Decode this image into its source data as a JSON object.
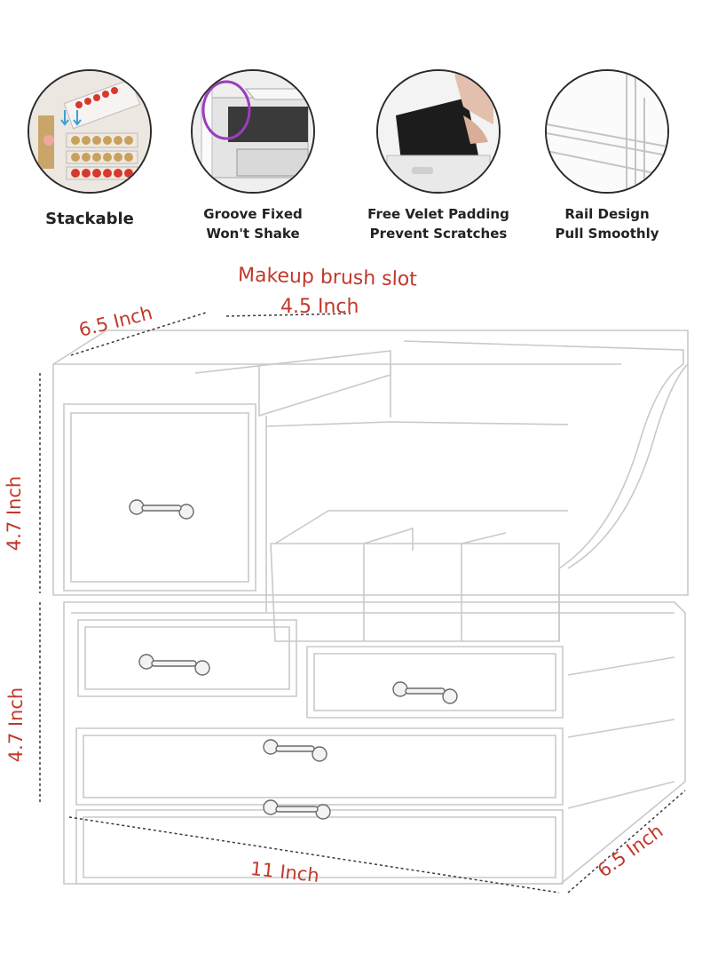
{
  "features": [
    {
      "label_line1": "Stackable",
      "label_line2": "",
      "icon": "stack-icon"
    },
    {
      "label_line1": "Groove Fixed",
      "label_line2": "Won't Shake",
      "icon": "groove-icon"
    },
    {
      "label_line1": "Free Velet Padding",
      "label_line2": "Prevent Scratches",
      "icon": "padding-icon"
    },
    {
      "label_line1": "Rail Design",
      "label_line2": "Pull Smoothly",
      "icon": "rail-icon"
    }
  ],
  "dimensions": {
    "brush_slot_title": "Makeup brush slot",
    "brush_slot_width": "4.5 Inch",
    "top_depth": "6.5 Inch",
    "top_height": "4.7 Inch",
    "bottom_height": "4.7 Inch",
    "width": "11 Inch",
    "bottom_depth": "6.5 Inch"
  },
  "colors": {
    "dimension_text": "#c0392b",
    "outline": "#c9c9c9",
    "lipstick_red": "#d8382e",
    "highlight_purple": "#9b3dbf"
  }
}
